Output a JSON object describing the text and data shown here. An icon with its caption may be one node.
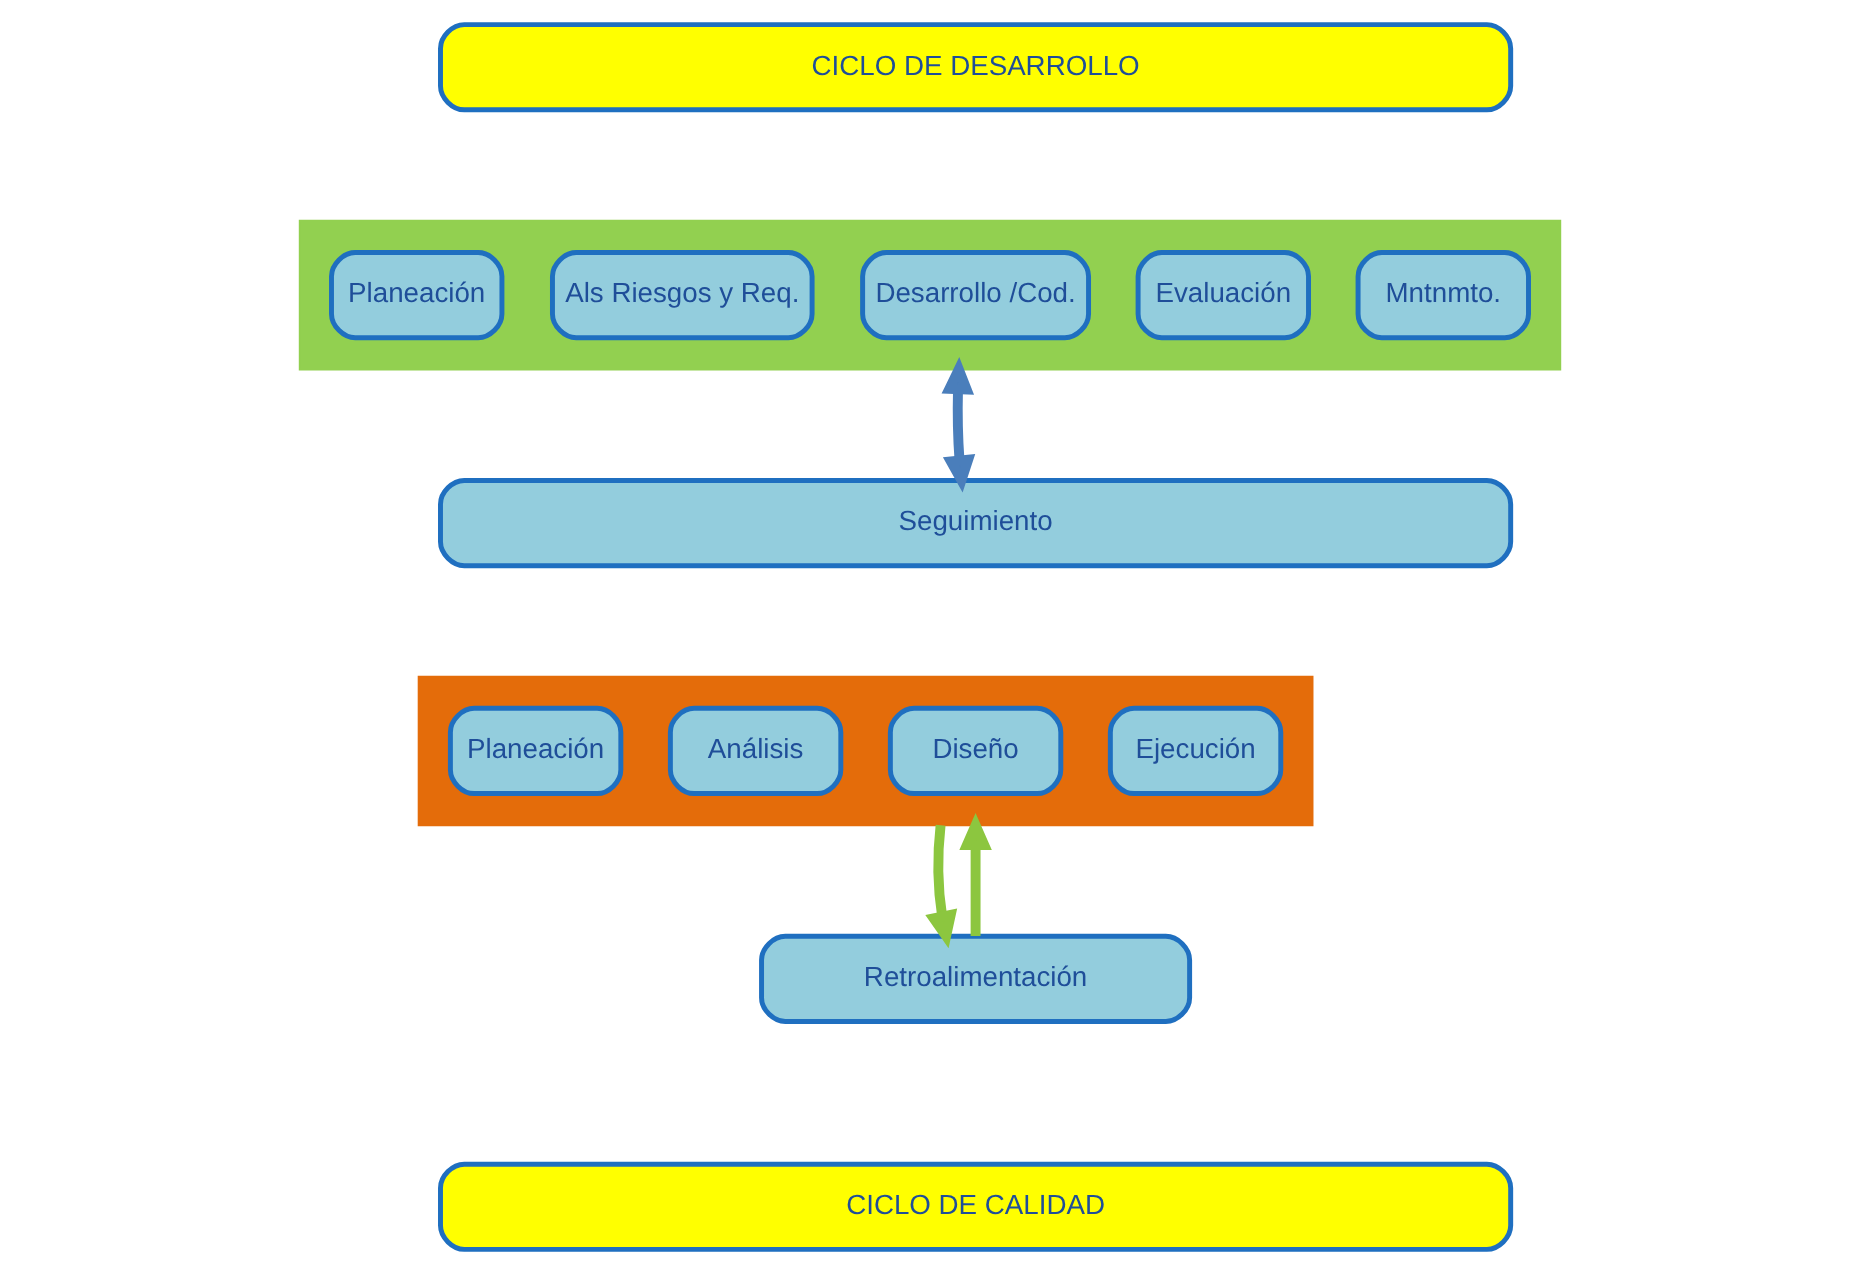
{
  "diagram": {
    "nodes": [
      {
        "text": [
          "CICLO DE DESARROLLO"
        ]
      },
      {
        "text": [],
        "shape": "arrow"
      },
      {
        "text": [
          "Planeación"
        ],
        "in": 1
      },
      {
        "text": [
          "Als Riesgos y Req."
        ],
        "in": 1
      },
      {
        "text": [
          "Desarrollo /Cod."
        ],
        "in": 1
      },
      {
        "text": [
          "Evaluación"
        ],
        "in": 1
      },
      {
        "text": [
          "Mntnmto."
        ],
        "in": 1
      },
      {
        "text": [
          "Seguimiento"
        ]
      },
      {
        "text": [],
        "shape": "arrow"
      },
      {
        "text": [
          "Planeación"
        ],
        "in": 8
      },
      {
        "text": [
          "Análisis"
        ],
        "in": 8
      },
      {
        "text": [
          "Diseño"
        ],
        "in": 8
      },
      {
        "text": [
          "Ejecución"
        ],
        "in": 8
      },
      {
        "text": [
          "Retroalimentación"
        ]
      },
      {
        "text": [
          "CICLO DE CALIDAD"
        ]
      }
    ],
    "edges": [
      {
        "from": 1,
        "to": 7,
        "arrow": "both",
        "color": "#4a7ebb"
      },
      {
        "from": 8,
        "to": 13,
        "arrow": "to",
        "color": "#8cc63f"
      },
      {
        "from": 13,
        "to": 8,
        "arrow": "to",
        "color": "#8cc63f"
      }
    ]
  }
}
